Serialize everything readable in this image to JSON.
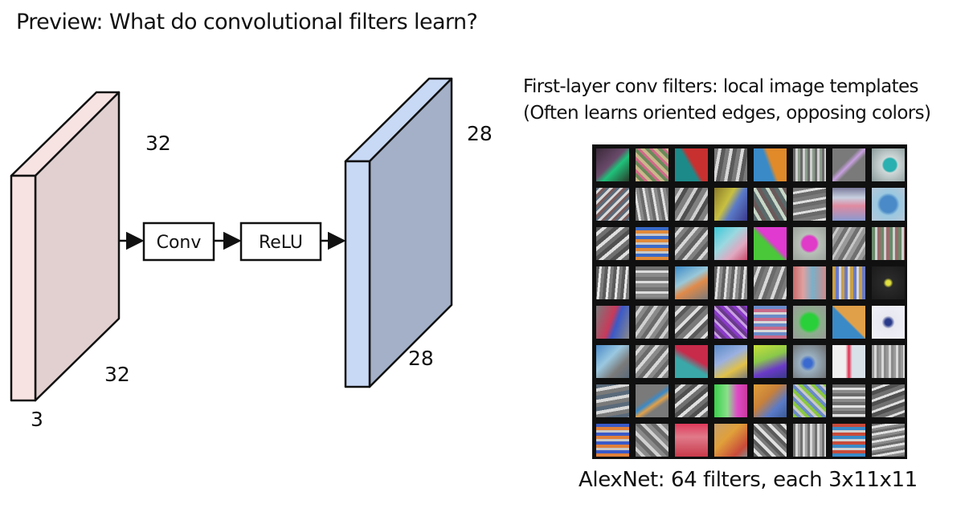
{
  "title": "Preview: What do convolutional filters learn?",
  "diagram": {
    "input_volume": {
      "height_label": "32",
      "width_label": "32",
      "depth_label": "3",
      "front_color": "#f8e3e3",
      "side_color": "#e2d0d0"
    },
    "ops": [
      {
        "label": "Conv"
      },
      {
        "label": "ReLU"
      }
    ],
    "output_volume": {
      "height_label": "28",
      "width_label": "28",
      "front_color": "#c8d9f5",
      "side_color": "#a3b0c8"
    }
  },
  "filters": {
    "caption_line1": "First-layer conv filters: local image templates",
    "caption_line2": "(Often learns oriented edges, opposing colors)",
    "bottom_caption": "AlexNet: 64 filters, each 3x11x11",
    "grid_rows": 8,
    "grid_cols": 8,
    "tiles": [
      "linear-gradient(135deg,#3a2a3a 0%,#6a4a6a 45%,#1fc27a 60%,#2a3a2a 100%)",
      "repeating-linear-gradient(45deg,#c8b88a 0 4px,#6a8a5a 4px 8px,#d06a8a 8px 11px)",
      "linear-gradient(60deg,#1d8a8a 0%,#1d8a8a 45%,#c83030 55%,#c83030 100%)",
      "repeating-linear-gradient(100deg,#7a7a7a 0 5px,#d8d8d8 5px 9px,#5a5a5a 9px 14px)",
      "linear-gradient(70deg,#3a8ac8 0%,#3a8ac8 45%,#e08a2a 55%,#e08a2a 100%)",
      "repeating-linear-gradient(90deg,#6a6a6a 0 3px,#cfcfcf 3px 6px,#8a9a8a 6px 9px)",
      "linear-gradient(135deg,#7a7a7a 0%,#7a7a7a 40%,#c8a0e0 50%,#7a7a7a 60%)",
      "radial-gradient(circle at 55% 50%,#2ab0b0 0 8px,#d0d8d8 10px,#8a9a9a 100%)",
      "repeating-linear-gradient(135deg,#5a6a7a 0 3px,#d8d8d8 3px 6px,#7a5a5a 6px 9px)",
      "repeating-linear-gradient(80deg,#6a6a6a 0 4px,#e0e0e0 4px 7px,#8a8a8a 7px 11px)",
      "repeating-linear-gradient(120deg,#808080 0 6px,#d0d0d0 6px 10px,#505050 10px 15px)",
      "linear-gradient(120deg,#8a7a2a 0%,#c8c040 40%,#5a7ac8 60%,#3a3a8a 100%)",
      "repeating-linear-gradient(60deg,#5a6a6a 0 5px,#c8d8c8 5px 9px,#6a5a5a 9px 14px)",
      "repeating-linear-gradient(170deg,#7a7a7a 0 5px,#e0e0e0 5px 8px,#6a6a6a 8px 13px)",
      "linear-gradient(180deg,#7a7a9a 0%,#c8d0e0 30%,#e08aa0 55%,#8a9ad0 100%)",
      "radial-gradient(circle at 50% 50%,#4a8ac8 0 10px,#9ac8e0 14px,#b8c8d8 100%)",
      "repeating-linear-gradient(140deg,#505050 0 5px,#e0e0e0 5px 9px,#707070 9px 14px)",
      "repeating-linear-gradient(180deg,#3a6ac8 0 4px,#e08a3a 4px 8px,#c8c8c8 8px 11px)",
      "repeating-linear-gradient(130deg,#606060 0 5px,#d8d8d8 5px 9px,#808080 9px 14px)",
      "linear-gradient(135deg,#3ac8d8 0%,#9ad8e0 40%,#e0a8c0 70%,#c84a6a 100%)",
      "linear-gradient(45deg,#4ac83a 0%,#4ac83a 45%,#e03ad0 55%,#e03ad0 100%)",
      "radial-gradient(circle at 50% 50%,#e03ac8 0 9px,#b8c0b8 12px,#9aa09a 100%)",
      "repeating-linear-gradient(120deg,#707070 0 5px,#c8c8c8 5px 8px,#9a9a9a 8px 13px)",
      "repeating-linear-gradient(90deg,#6a8a6a 0 4px,#d0d0d0 4px 7px,#9a6a6a 7px 11px)",
      "repeating-linear-gradient(95deg,#5a5a5a 0 4px,#e8e8e8 4px 7px,#7a7a7a 7px 11px)",
      "repeating-linear-gradient(180deg,#707070 0 5px,#dcdcdc 5px 8px,#8a8a8a 8px 13px)",
      "linear-gradient(150deg,#3a8ac8 0%,#9ac8d8 40%,#e08a4a 60%,#7a7a7a 100%)",
      "repeating-linear-gradient(95deg,#606060 0 4px,#e0e0e0 4px 7px,#8a8a8a 7px 11px)",
      "repeating-linear-gradient(110deg,#7a7a7a 0 5px,#d8d8d8 5px 9px,#6a6a6a 9px 14px)",
      "linear-gradient(90deg,#c86a6a 0%,#e0a0a0 30%,#7ab0c8 60%,#d08a8a 100%)",
      "repeating-linear-gradient(90deg,#c8a04a 0 4px,#6a7ac8 4px 8px,#d8d8d8 8px 11px)",
      "radial-gradient(circle at 50% 50%,#e0e040 0 3px,#2a2a2a 6px,#1a1a1a 100%)",
      "linear-gradient(110deg,#7a7a7a 0%,#c83a5a 45%,#3a5ac8 60%,#8a8a8a 100%)",
      "repeating-linear-gradient(125deg,#6a6a6a 0 5px,#d0d0d0 5px 9px,#8a8a8a 9px 14px)",
      "repeating-linear-gradient(135deg,#7a7a7a 0 6px,#e0e0e0 6px 10px,#5a5a5a 10px 15px)",
      "repeating-linear-gradient(45deg,#8a3ac8 0 4px,#c8a0e0 4px 7px,#6a3a8a 7px 11px)",
      "repeating-linear-gradient(0deg,#c86a8a 0 4px,#6a8ac8 4px 8px,#d8d8d8 8px 11px)",
      "radial-gradient(circle at 50% 50%,#2ad03a 0 10px,#8ab08a 14px,#9a9a9a 100%)",
      "linear-gradient(45deg,#3a8ac8 0%,#3a8ac8 48%,#e0a04a 52%,#e0a04a 100%)",
      "radial-gradient(circle at 50% 50%,#2a3a8a 0 4px,#e8e8f0 8px,#f0f0f8 100%)",
      "linear-gradient(135deg,#4a8ac8 0%,#9ac8e0 40%,#7a7a7a 70%,#5a6a7a 100%)",
      "repeating-linear-gradient(130deg,#6a6a6a 0 5px,#d8d8d8 5px 9px,#8a8a8a 9px 14px)",
      "linear-gradient(30deg,#3aa8a8 0%,#3aa8a8 40%,#c82a4a 60%,#c82a4a 100%)",
      "linear-gradient(150deg,#5a8ac8 0%,#9ab0e0 40%,#e0c04a 70%,#7a7a7a 100%)",
      "linear-gradient(160deg,#c8e03a 0%,#8ac84a 40%,#6a3ac8 70%,#3a3a8a 100%)",
      "radial-gradient(circle at 45% 55%,#3a6ad0 0 5px,#9ab0c0 10px,#6a6a6a 100%)",
      "linear-gradient(90deg,#f0f0f0 0%,#f0f0f0 40%,#e02a4a 50%,#d8e0e8 60%)",
      "repeating-linear-gradient(90deg,#9a9a9a 0 3px,#d8d8d8 3px 6px,#8a8a8a 6px 9px)",
      "repeating-linear-gradient(170deg,#5a6a7a 0 5px,#d8d8d8 5px 9px,#7a7a7a 9px 14px)",
      "linear-gradient(145deg,#7a7a7a 0%,#7a7a7a 40%,#3a8ac8 50%,#e0a04a 60%,#7a7a7a 70%)",
      "repeating-linear-gradient(140deg,#505050 0 5px,#e0e0e0 5px 9px,#707070 9px 14px)",
      "linear-gradient(90deg,#3ad04a 0%,#8ae08a 40%,#e04ac8 70%,#c83a9a 100%)",
      "linear-gradient(135deg,#e0a03a 0%,#c8803a 40%,#5a7ac8 70%,#3a5a9a 100%)",
      "repeating-linear-gradient(45deg,#8ac840 0 4px,#6a8ac8 4px 8px,#c8c8c8 8px 11px)",
      "repeating-linear-gradient(180deg,#6a6a6a 0 4px,#e0e0e0 4px 7px,#8a8a8a 7px 11px)",
      "repeating-linear-gradient(160deg,#707070 0 5px,#e0e0e0 5px 8px,#505050 8px 13px)",
      "repeating-linear-gradient(180deg,#3a5ac8 0 4px,#e0803a 4px 8px,#c8c8c8 8px 11px)",
      "repeating-linear-gradient(45deg,#6a6a6a 0 5px,#d0d0d0 5px 9px,#8a8a8a 9px 14px)",
      "linear-gradient(180deg,#e03a5a 0%,#e07a8a 40%,#c83a4a 100%)",
      "linear-gradient(135deg,#c8a06a 0%,#e0a03a 40%,#c84a3a 80%,#8a8a8a 100%)",
      "repeating-linear-gradient(45deg,#5a5a5a 0 4px,#e0e0e0 4px 8px,#7a7a7a 8px 12px)",
      "repeating-linear-gradient(90deg,#707070 0 3px,#d8d8d8 3px 6px,#a0a0a0 6px 9px)",
      "repeating-linear-gradient(180deg,#c84a3a 0 4px,#3a8ac8 4px 8px,#d0d0d0 8px 11px)",
      "repeating-linear-gradient(170deg,#6a6a6a 0 3px,#e0e0e0 3px 6px,#8a8a8a 6px 9px)"
    ]
  }
}
